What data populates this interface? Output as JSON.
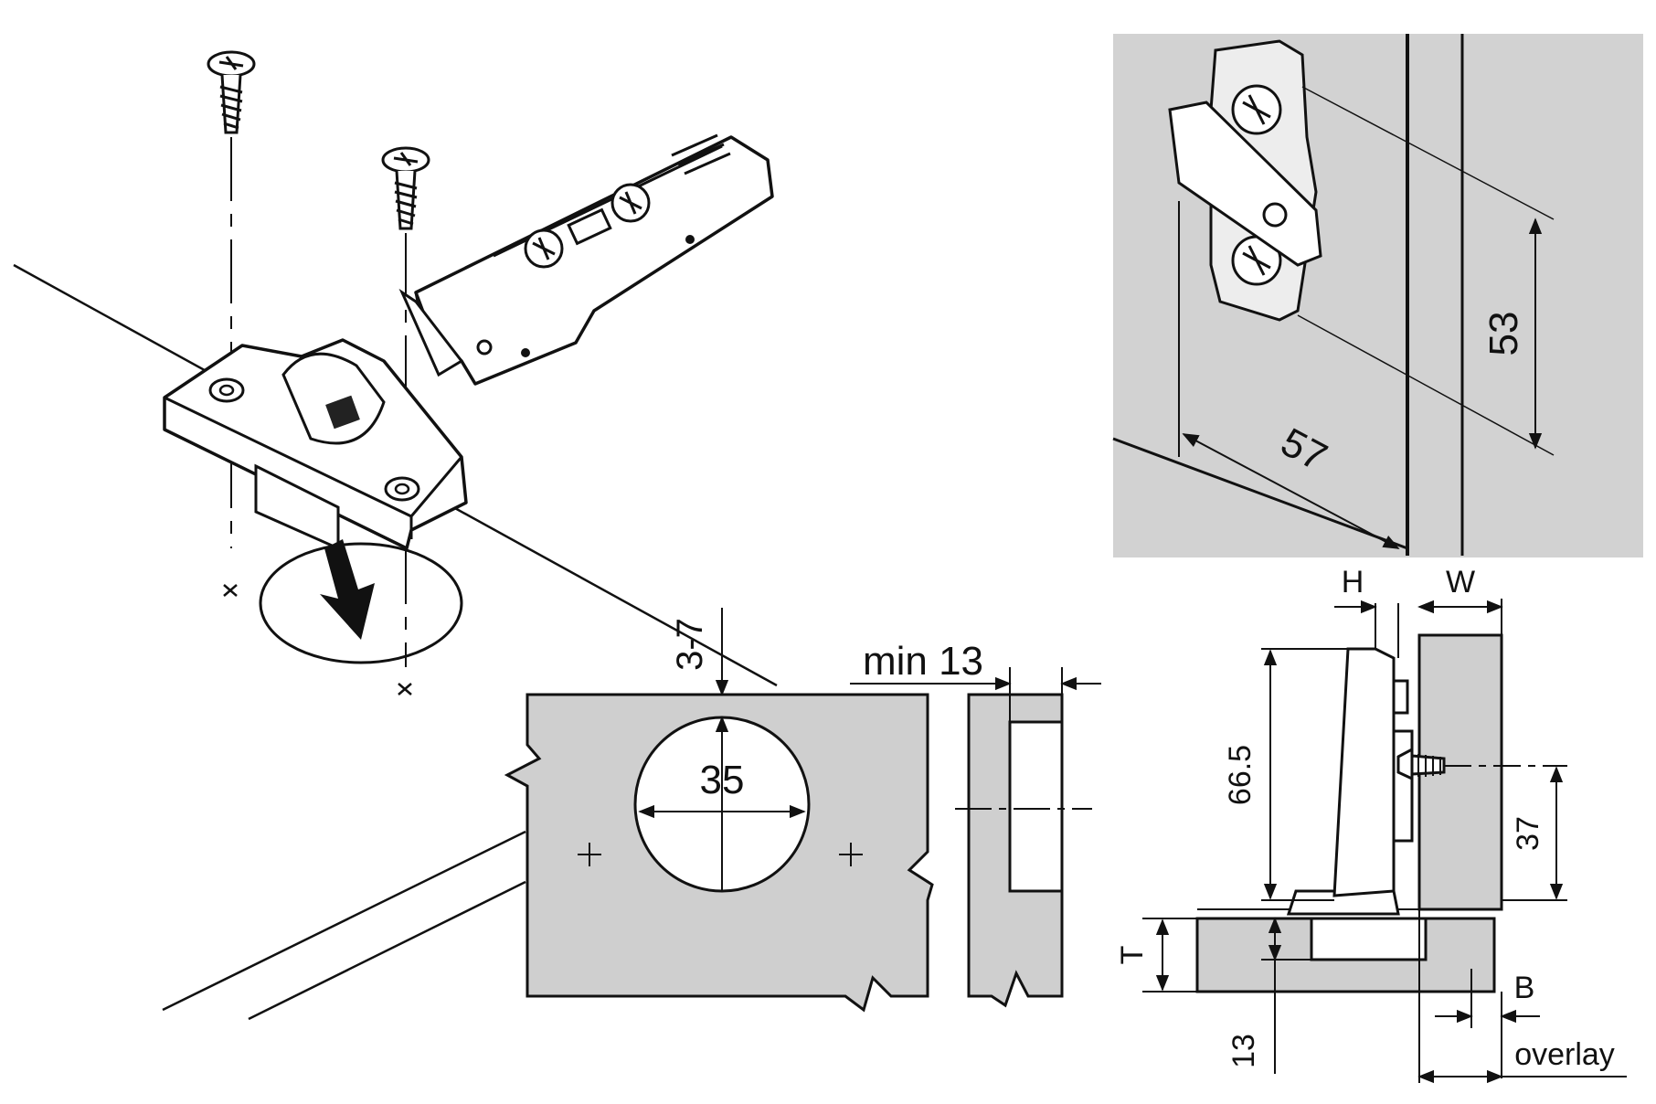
{
  "labels": {
    "hole_diameter": "35",
    "edge_distance": "3-7",
    "min_thickness": "min 13",
    "plate_depth": "57",
    "plate_height": "53",
    "dim_H": "H",
    "dim_W": "W",
    "hinge_height": "66.5",
    "screw_offset": "37",
    "dim_T": "T",
    "cup_depth": "13",
    "dim_B": "B",
    "overlay": "overlay"
  },
  "colors": {
    "panel_gray": "#cfcfcf",
    "photo_bg": "#d2d2d2",
    "line": "#111111"
  }
}
